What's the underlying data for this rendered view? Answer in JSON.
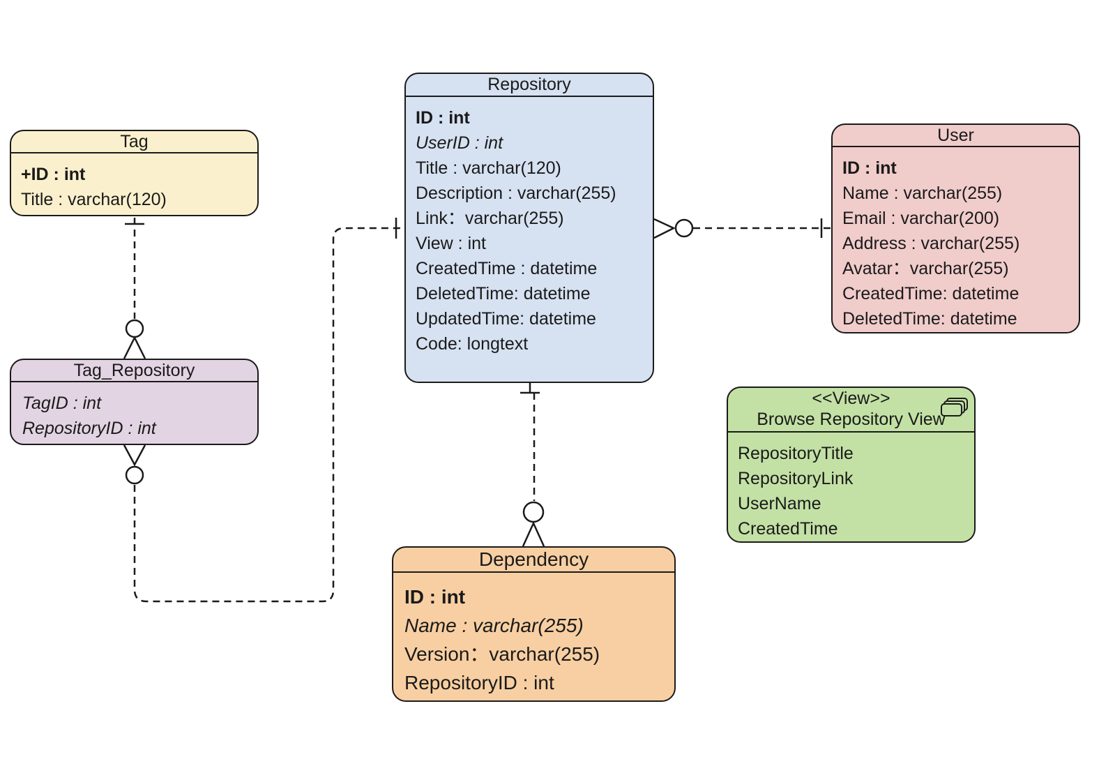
{
  "colors": {
    "tag": "#fbf0cd",
    "repository": "#d6e1f1",
    "user": "#f0cccb",
    "tag_repository": "#e2d4e2",
    "dependency": "#f8cfa2",
    "view": "#c3e1a5",
    "line": "#1a1a1a"
  },
  "entities": {
    "tag": {
      "title": "Tag",
      "fields": [
        {
          "text": "+ID : int",
          "style": "pk"
        },
        {
          "text": "Title : varchar(120)",
          "style": ""
        }
      ]
    },
    "repository": {
      "title": "Repository",
      "fields": [
        {
          "text": "ID : int",
          "style": "pk"
        },
        {
          "text": "UserID : int",
          "style": "fk"
        },
        {
          "text": "Title : varchar(120)",
          "style": ""
        },
        {
          "text": "Description : varchar(255)",
          "style": ""
        },
        {
          "text": "Link：varchar(255)",
          "style": ""
        },
        {
          "text": "View : int",
          "style": ""
        },
        {
          "text": "CreatedTime : datetime",
          "style": ""
        },
        {
          "text": "DeletedTime: datetime",
          "style": ""
        },
        {
          "text": "UpdatedTime: datetime",
          "style": ""
        },
        {
          "text": "Code:  longtext",
          "style": ""
        }
      ]
    },
    "user": {
      "title": "User",
      "fields": [
        {
          "text": "ID : int",
          "style": "pk"
        },
        {
          "text": "Name : varchar(255)",
          "style": ""
        },
        {
          "text": "Email : varchar(200)",
          "style": ""
        },
        {
          "text": "Address : varchar(255)",
          "style": ""
        },
        {
          "text": "Avatar：varchar(255)",
          "style": ""
        },
        {
          "text": "CreatedTime: datetime",
          "style": ""
        },
        {
          "text": "DeletedTime: datetime",
          "style": ""
        }
      ]
    },
    "tag_repository": {
      "title": "Tag_Repository",
      "fields": [
        {
          "text": "TagID : int",
          "style": "fk"
        },
        {
          "text": "RepositoryID : int",
          "style": "fk"
        }
      ]
    },
    "dependency": {
      "title": "Dependency",
      "fields": [
        {
          "text": "ID : int",
          "style": "pk"
        },
        {
          "text": "Name : varchar(255)",
          "style": "fk"
        },
        {
          "text": "Version：varchar(255)",
          "style": ""
        },
        {
          "text": "RepositoryID : int",
          "style": ""
        }
      ]
    },
    "view": {
      "stereotype": "<<View>>",
      "title": "Browse Repository View",
      "icon": "stacked-tables-icon",
      "fields": [
        {
          "text": "RepositoryTitle",
          "style": ""
        },
        {
          "text": "RepositoryLink",
          "style": ""
        },
        {
          "text": "UserName",
          "style": ""
        },
        {
          "text": "CreatedTime",
          "style": ""
        }
      ]
    }
  },
  "relationships": [
    {
      "id": "tag-to-tag-repository",
      "from": "tag",
      "from_end": "one",
      "to": "tag_repository",
      "to_end": "zero-or-many",
      "line": "dashed"
    },
    {
      "id": "tag-repository-to-repository",
      "from": "tag_repository",
      "from_end": "zero-or-many",
      "to": "repository",
      "to_end": "one",
      "line": "dashed"
    },
    {
      "id": "repository-to-user",
      "from": "repository",
      "from_end": "zero-or-many",
      "to": "user",
      "to_end": "one",
      "line": "dashed"
    },
    {
      "id": "repository-to-dependency",
      "from": "repository",
      "from_end": "one",
      "to": "dependency",
      "to_end": "zero-or-many",
      "line": "dashed"
    }
  ]
}
